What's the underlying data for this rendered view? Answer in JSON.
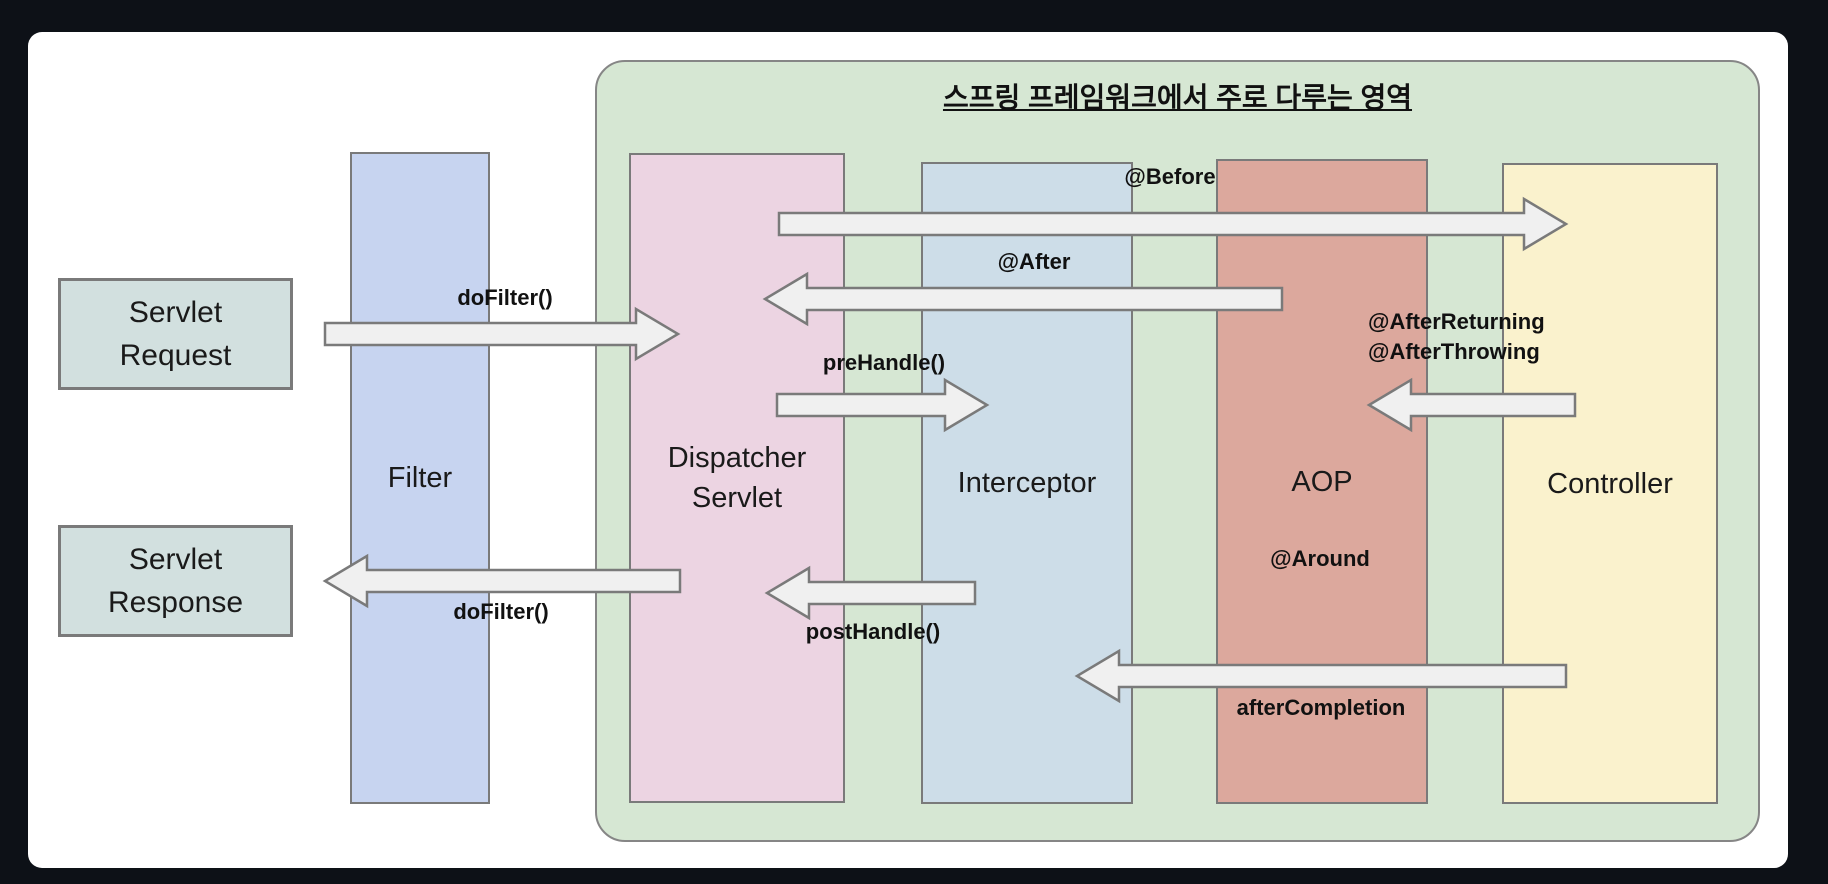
{
  "window": {
    "frame_color": "#0d1117",
    "canvas_color": "#ffffff"
  },
  "diagram": {
    "scope": {
      "title": "스프링 프레임워크에서 주로 다루는 영역",
      "fill": "#d6e7d3",
      "border_color": "#868686"
    },
    "external_boxes": [
      {
        "label": "Servlet Request",
        "fill": "#d2e0df"
      },
      {
        "label": "Servlet Response",
        "fill": "#d2e0df"
      }
    ],
    "columns": [
      {
        "label": "Filter",
        "fill": "#c7d4f0",
        "inside_spring_scope": false
      },
      {
        "label": "Dispatcher Servlet",
        "fill": "#ecd4e2",
        "inside_spring_scope": true
      },
      {
        "label": "Interceptor",
        "fill": "#cddde8",
        "inside_spring_scope": true
      },
      {
        "label": "AOP",
        "fill": "#dca89d",
        "inside_spring_scope": true,
        "annotation": "@Around"
      },
      {
        "label": "Controller",
        "fill": "#faf2cd",
        "inside_spring_scope": true
      }
    ],
    "flows": [
      {
        "label": "doFilter()",
        "from": "Servlet Request",
        "to": "Dispatcher Servlet",
        "direction": "right"
      },
      {
        "label": "@Before",
        "from": "Dispatcher Servlet",
        "to": "Controller",
        "direction": "right"
      },
      {
        "label": "@After",
        "from": "AOP",
        "to": "Dispatcher Servlet",
        "direction": "left"
      },
      {
        "label": "preHandle()",
        "from": "Dispatcher Servlet",
        "to": "Interceptor",
        "direction": "right"
      },
      {
        "labels": [
          "@AfterReturning",
          "@AfterThrowing"
        ],
        "from": "Controller",
        "to": "AOP",
        "direction": "left"
      },
      {
        "label": "postHandle()",
        "from": "Interceptor",
        "to": "Dispatcher Servlet",
        "direction": "left"
      },
      {
        "label": "doFilter()",
        "from": "Dispatcher Servlet",
        "to": "Servlet Response",
        "direction": "left"
      },
      {
        "label": "afterCompletion",
        "from": "Controller",
        "to": "Interceptor",
        "direction": "left"
      }
    ],
    "arrow_style": {
      "fill": "#f0f0f0",
      "stroke": "#7a7a7a"
    }
  }
}
